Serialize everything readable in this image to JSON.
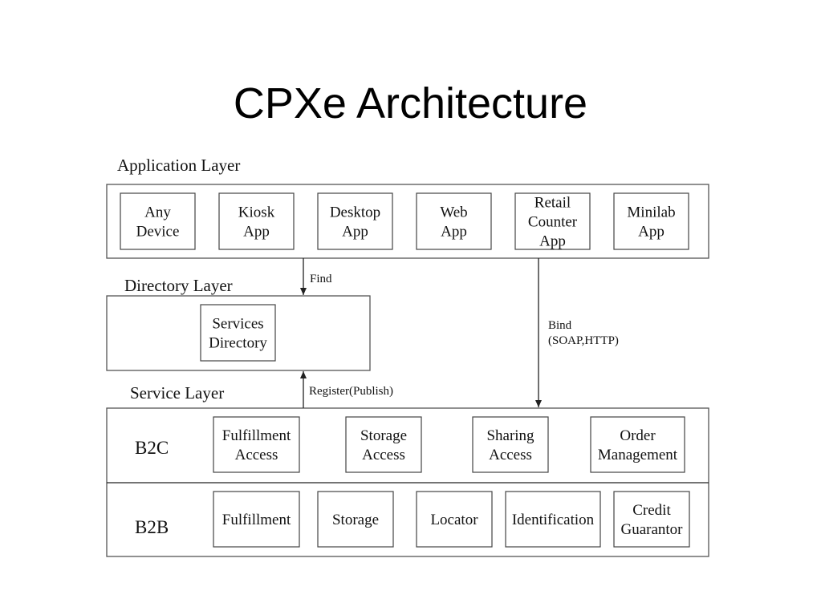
{
  "title": "CPXe Architecture",
  "layers": {
    "application": {
      "label": "Application Layer",
      "boxes": [
        [
          "Any",
          "Device"
        ],
        [
          "Kiosk",
          "App"
        ],
        [
          "Desktop",
          "App"
        ],
        [
          "Web",
          "App"
        ],
        [
          "Retail",
          "Counter",
          "App"
        ],
        [
          "Minilab",
          "App"
        ]
      ]
    },
    "directory": {
      "label": "Directory Layer",
      "box": [
        "Services",
        "Directory"
      ]
    },
    "service": {
      "label": "Service Layer",
      "b2c": {
        "label": "B2C",
        "boxes": [
          [
            "Fulfillment",
            "Access"
          ],
          [
            "Storage",
            "Access"
          ],
          [
            "Sharing",
            "Access"
          ],
          [
            "Order",
            "Management"
          ]
        ]
      },
      "b2b": {
        "label": "B2B",
        "boxes": [
          [
            "Fulfillment"
          ],
          [
            "Storage"
          ],
          [
            "Locator"
          ],
          [
            "Identification"
          ],
          [
            "Credit",
            "Guarantor"
          ]
        ]
      }
    }
  },
  "connectors": {
    "find": "Find",
    "bind": [
      "Bind",
      "(SOAP,HTTP)"
    ],
    "register": "Register(Publish)"
  }
}
